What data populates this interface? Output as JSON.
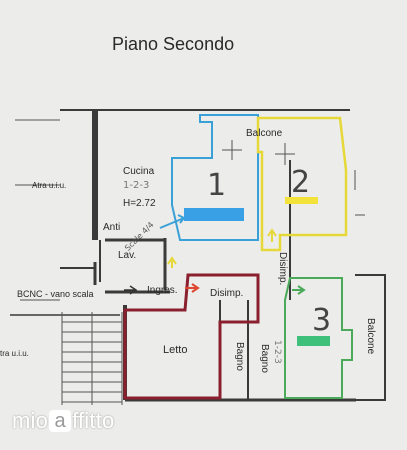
{
  "title": "Piano Secondo",
  "rooms": {
    "balcone_top": "Balcone",
    "cucina": "Cucina",
    "cucina_note": "1-2-3",
    "height": "H=2.72",
    "scale_note": "Scale 4/4",
    "anti": "Anti",
    "lav": "Lav.",
    "ingresso": "Ingres.",
    "disimp": "Disimp.",
    "disimp_v": "Disimp.",
    "letto": "Letto",
    "bagno1": "Bagno",
    "bagno2": "Bagno",
    "bagno2_note": "1-2-3",
    "balcone_right": "Balcone",
    "atra_uiu_top": "Atra u.i.u.",
    "atra_uiu_bottom": "tra u.i.u.",
    "bcnc": "BCNC - vano scala"
  },
  "zones": [
    {
      "label": "1",
      "color": "#3aa0d8"
    },
    {
      "label": "2",
      "color": "#e7d83a"
    },
    {
      "label": "3",
      "color": "#4aaa5a"
    }
  ],
  "highlight_colors": {
    "zone1_marker": "#3aa0e6",
    "zone2_marker": "#f2e23a",
    "zone3_marker": "#3ec07a",
    "letto_outline": "#8a1f2e",
    "arrow_red": "#e0472f",
    "arrow_yellow": "#e7d83a",
    "arrow_blue": "#3aa0d8"
  },
  "watermark": {
    "part1": "mio",
    "part2": "a",
    "part3": "ffitto"
  }
}
